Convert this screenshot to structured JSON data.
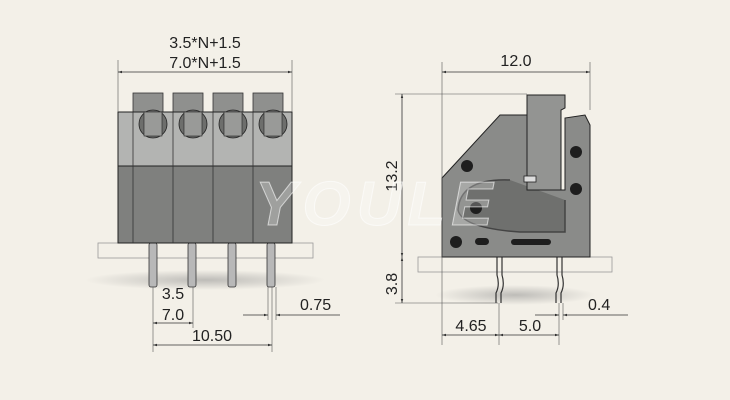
{
  "watermark": "YOULE",
  "front_view": {
    "width_formula_1": "3.5*N+1.5",
    "width_formula_2": "7.0*N+1.5",
    "pitch_1": "3.5",
    "pitch_2": "7.0",
    "pin_span": "10.50",
    "pin_width": "0.75"
  },
  "side_view": {
    "width": "12.0",
    "height": "13.2",
    "pin_length": "3.8",
    "pin_offset": "4.65",
    "pin_spacing": "5.0",
    "pin_thickness": "0.4"
  },
  "colors": {
    "background": "#f3f0e8",
    "body_light": "#a9aaa8",
    "body_dark": "#7d7e7c"
  }
}
